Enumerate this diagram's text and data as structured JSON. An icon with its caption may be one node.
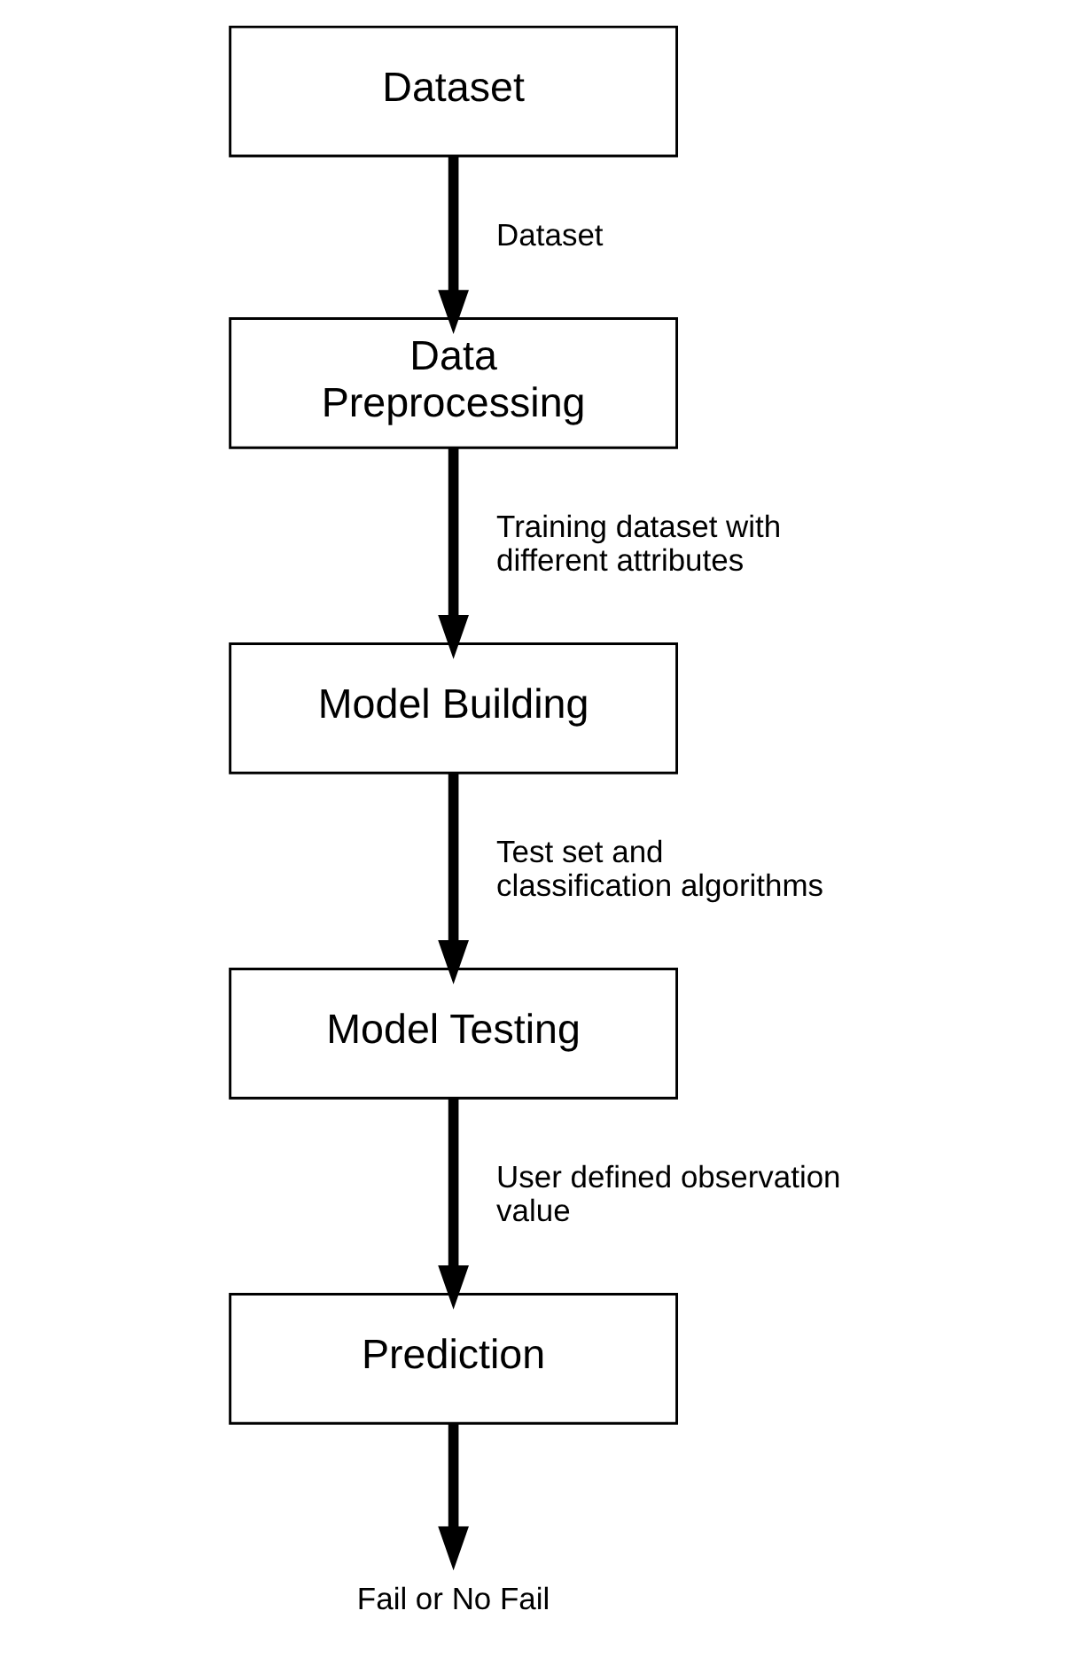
{
  "diagram": {
    "nodes": [
      {
        "text": [
          "Dataset"
        ]
      },
      {
        "text": [
          "Data Preprocessing"
        ]
      },
      {
        "text": [
          "Model Building"
        ]
      },
      {
        "text": [
          "Model Testing"
        ]
      },
      {
        "text": [
          "Prediction"
        ]
      },
      {
        "text": [
          "Fail or No Fail"
        ]
      }
    ],
    "edges": [
      {
        "from": 0,
        "to": 1,
        "arrow": "to",
        "label": "Dataset"
      },
      {
        "from": 1,
        "to": 2,
        "arrow": "to",
        "label": "Training dataset with different attributes"
      },
      {
        "from": 2,
        "to": 3,
        "arrow": "to",
        "label": "Test set and classification algorithms"
      },
      {
        "from": 3,
        "to": 4,
        "arrow": "to",
        "label": "User defined observation value"
      },
      {
        "from": 4,
        "to": 5,
        "arrow": "to"
      }
    ]
  }
}
